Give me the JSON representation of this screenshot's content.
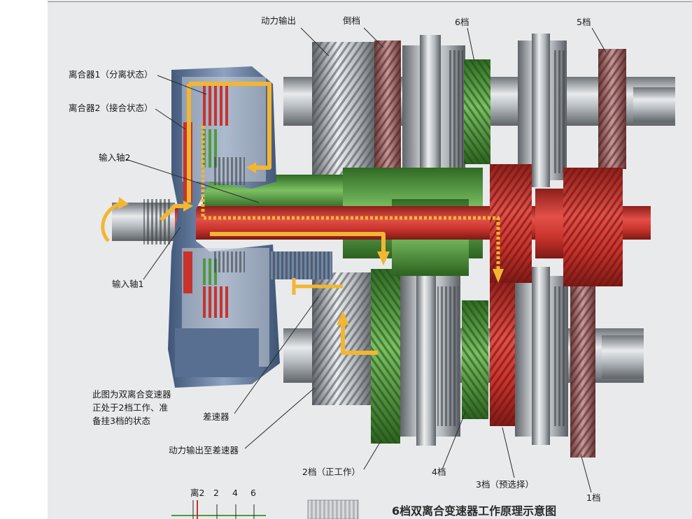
{
  "labels": {
    "power_out": "动力输出",
    "reverse": "倒档",
    "gear6": "6档",
    "gear5": "5档",
    "clutch1": "离合器1（分离状态）",
    "clutch2": "离合器2（接合状态）",
    "input2": "输入轴2",
    "input1": "输入轴1",
    "differential": "差速器",
    "power_to_diff": "动力输出至差速器",
    "gear2": "2档（正工作）",
    "gear4": "4档",
    "gear3": "3档（预选择）",
    "gear1": "1档"
  },
  "note": "此图为双离合变速器正处于2档工作、准备挂3档的状态",
  "title": "6档双离合变速器工作原理示意图",
  "legend": {
    "clutch": "离2",
    "g2": "2",
    "g4": "4",
    "g6": "6"
  },
  "colors": {
    "panel": "#e9eaec",
    "red": "#c8332c",
    "green": "#4e9a3c",
    "grey": "#9ea3a8",
    "flow": "#f2b632",
    "housing": "#6f86a8"
  }
}
